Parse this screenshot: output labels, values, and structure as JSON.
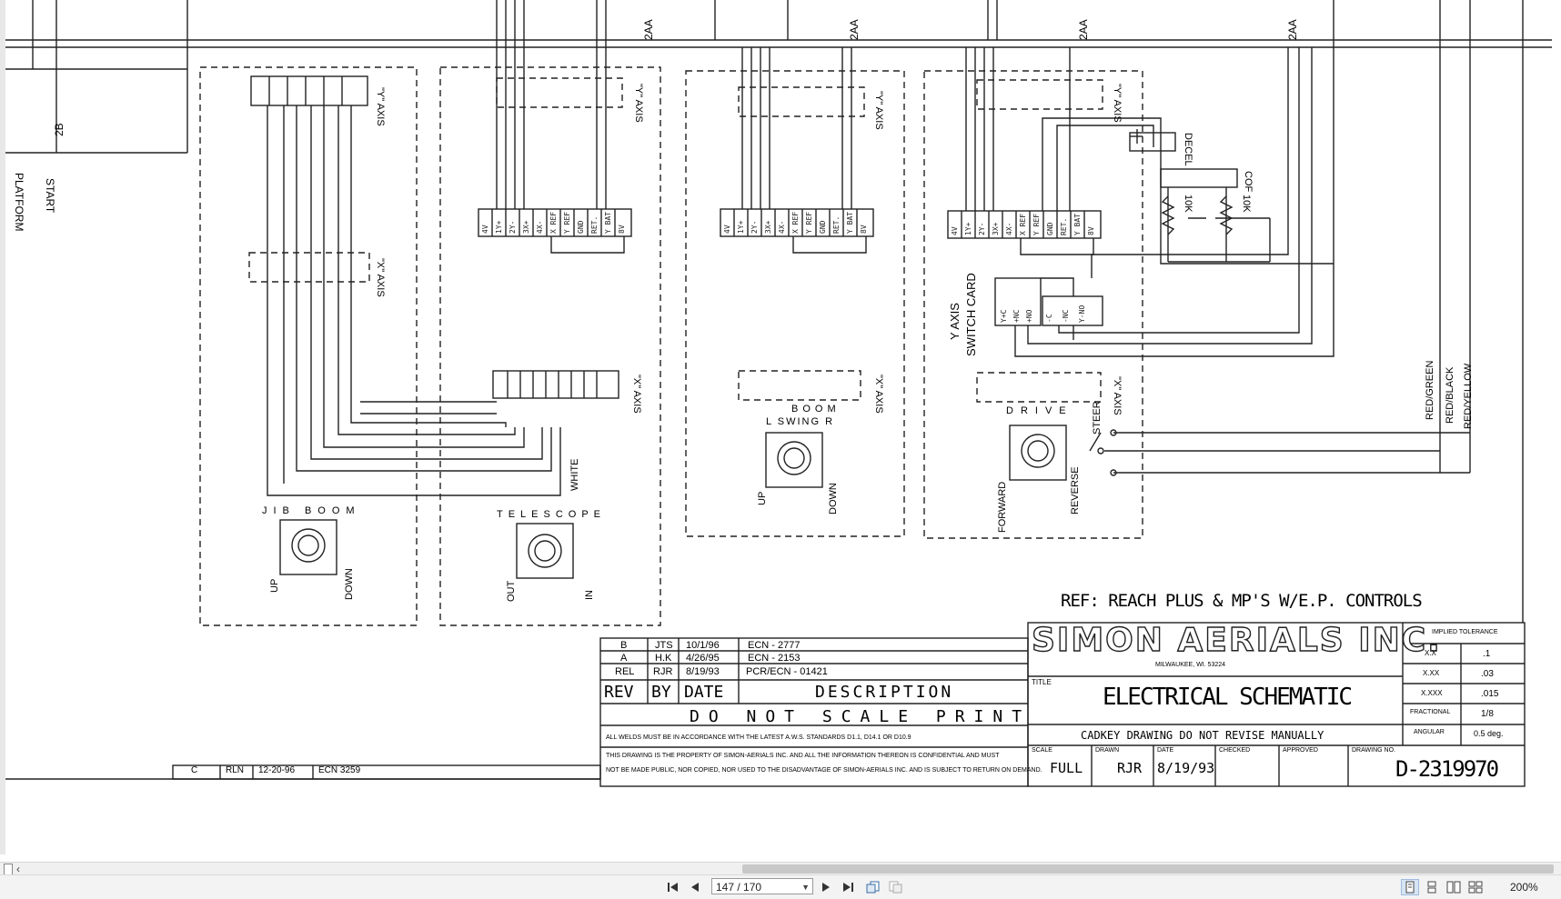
{
  "drawing": {
    "ref_note": "REF: REACH PLUS & MP'S W/E.P. CONTROLS",
    "company": "SIMON AERIALS INC.",
    "company_city": "MILWAUKEE, WI. 53224",
    "title_label": "TITLE",
    "title": "ELECTRICAL SCHEMATIC",
    "cadkey_note": "CADKEY DRAWING DO NOT REVISE MANUALLY",
    "do_not_scale": "DO NOT SCALE PRINT",
    "welds_note": "ALL WELDS MUST BE IN ACCORDANCE WITH THE LATEST A.W.S. STANDARDS D1.1, D14.1 OR D10.9",
    "property_note_1": "THIS DRAWING IS THE PROPERTY OF SIMON-AERIALS INC. AND ALL THE INFORMATION THEREON IS CONFIDENTIAL AND MUST",
    "property_note_2": "NOT BE MADE PUBLIC, NOR COPIED, NOR USED TO THE DISADVANTAGE OF SIMON-AERIALS INC. AND IS SUBJECT TO RETURN ON DEMAND.",
    "revision_header": {
      "rev": "REV",
      "by": "BY",
      "date": "DATE",
      "description": "DESCRIPTION"
    },
    "revisions": [
      {
        "rev": "B",
        "by": "JTS",
        "date": "10/1/96",
        "desc": "ECN - 2777"
      },
      {
        "rev": "A",
        "by": "H.K",
        "date": "4/26/95",
        "desc": "ECN - 2153"
      },
      {
        "rev": "REL",
        "by": "RJR",
        "date": "8/19/93",
        "desc": "PCR/ECN - 01421"
      }
    ],
    "old_rev": {
      "rev": "C",
      "by": "RLN",
      "date": "12-20-96",
      "desc": "ECN 3259"
    },
    "tolerance": {
      "header": "IMPLIED TOLERANCE",
      "rows": [
        {
          "label": "X.X",
          "value": ".1"
        },
        {
          "label": "X.XX",
          "value": ".03"
        },
        {
          "label": "X.XXX",
          "value": ".015"
        },
        {
          "label": "FRACTIONAL",
          "value": "1/8"
        },
        {
          "label": "ANGULAR",
          "value": "0.5 deg."
        }
      ]
    },
    "block": {
      "scale_label": "SCALE",
      "scale": "FULL",
      "drawn_label": "DRAWN",
      "drawn": "RJR",
      "date_label": "DATE",
      "date": "8/19/93",
      "checked_label": "CHECKED",
      "approved_label": "APPROVED",
      "dwg_label": "DRAWING NO.",
      "dwg_no": "D-2319970"
    },
    "labels": {
      "platform": "PLATFORM",
      "start": "START",
      "wire_2b": "2B",
      "wire_2aa": "2AA",
      "y_axis": "\"Y\" AXIS",
      "x_axis": "\"X\" AXIS",
      "y_axis_switch": "Y AXIS",
      "switch_card": "SWITCH CARD",
      "decel": "DECEL",
      "cof": "COF",
      "res": "10K",
      "jib_boom": "JIB BOOM",
      "telescope": "TELESCOPE",
      "swing": "L SWING R",
      "boom": "BOOM",
      "drive": "DRIVE",
      "steer": "STEER",
      "up": "UP",
      "down": "DOWN",
      "out": "OUT",
      "in": "IN",
      "forward": "FORWARD",
      "reverse": "REVERSE",
      "white": "WHITE",
      "red_green": "RED/GREEN",
      "red_black": "RED/BLACK",
      "red_yellow": "RED/YELLOW",
      "y_axis_vert": "\"Y\" AXIS",
      "x_axis_vert": "\"X\" AXIS"
    },
    "connector_pins": [
      "4V",
      "1Y+",
      "2Y-",
      "3X+",
      "4X-",
      "X REF",
      "Y REF",
      "GND",
      "RET.",
      "Y BAT",
      "8V"
    ],
    "switch_pins": [
      "Y+C",
      "+NC",
      "+NO",
      "-C",
      "-NC",
      "Y-NO"
    ]
  },
  "viewer": {
    "page_indicator": "147 / 170",
    "zoom": "200%"
  }
}
